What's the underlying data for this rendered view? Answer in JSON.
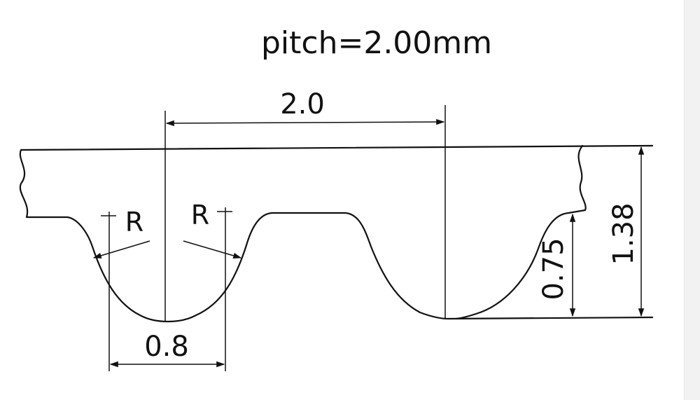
{
  "title": "pitch=2.00mm",
  "dimensions": {
    "pitch": "2.0",
    "tooth_width": "0.8",
    "tooth_height": "0.75",
    "belt_height": "1.38",
    "radius_left": "R",
    "radius_right": "R"
  },
  "colors": {
    "line": "#111111",
    "background": "#ffffff"
  }
}
